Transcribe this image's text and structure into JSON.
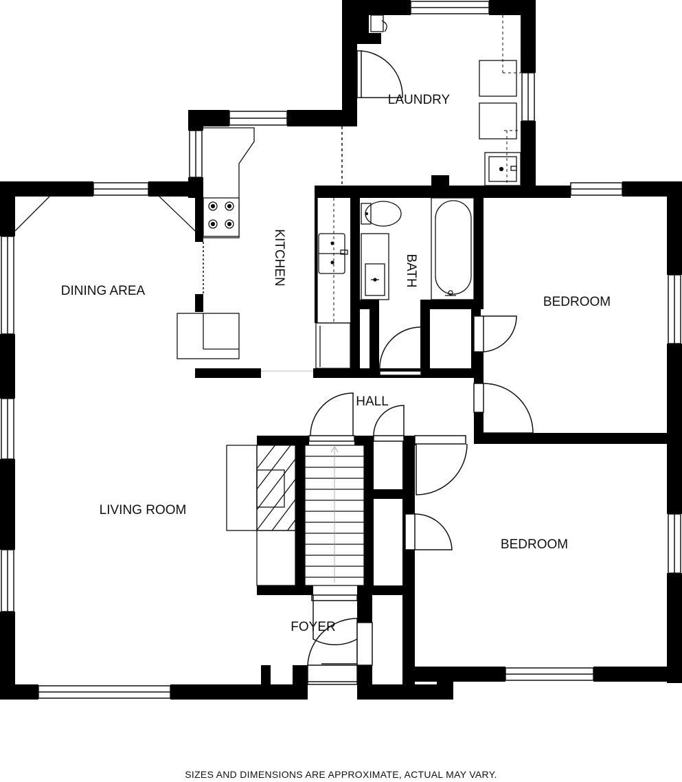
{
  "rooms": {
    "laundry": "LAUNDRY",
    "kitchen": "KITCHEN",
    "bath": "BATH",
    "dining_area": "DINING AREA",
    "bedroom_upper": "BEDROOM",
    "hall": "HALL",
    "living_room": "LIVING ROOM",
    "bedroom_lower": "BEDROOM",
    "foyer": "FOYER"
  },
  "disclaimer": "SIZES AND DIMENSIONS ARE APPROXIMATE, ACTUAL MAY VARY.",
  "colors": {
    "wall": "#000000",
    "line": "#111111",
    "background": "#ffffff"
  }
}
